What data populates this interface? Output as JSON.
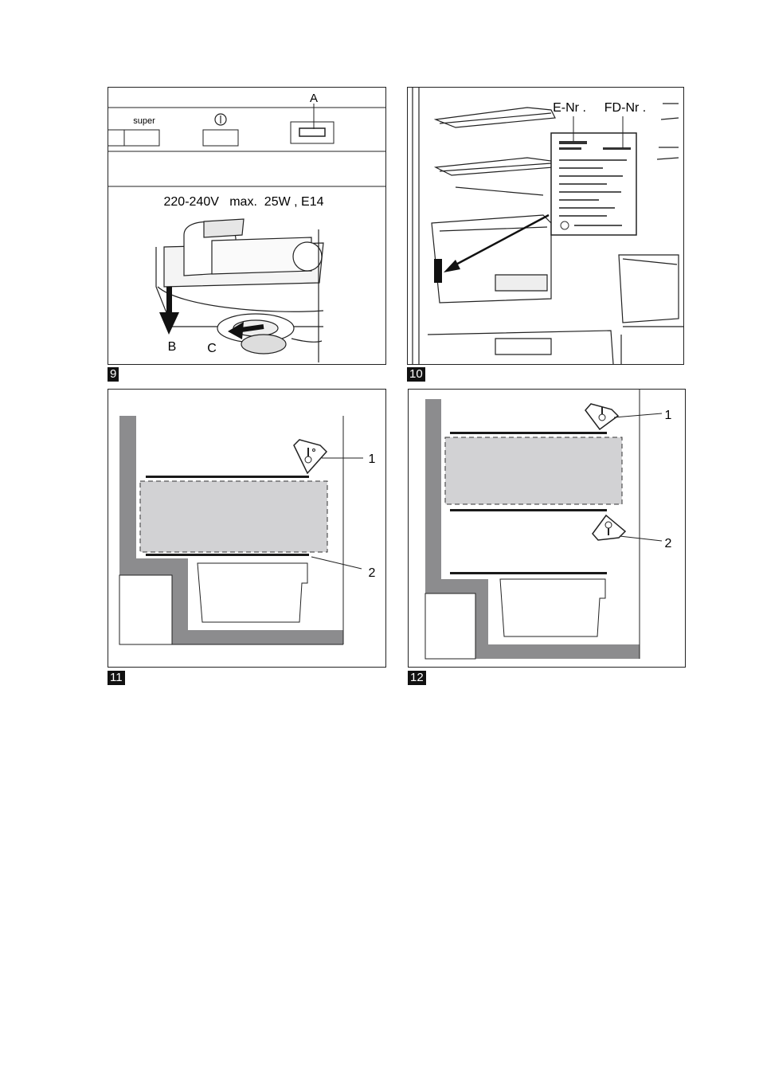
{
  "fig9": {
    "number": "9",
    "label_a": "A",
    "super_label": "super",
    "power_symbol": "ⓘ",
    "spec": "220-240V   max.  25W , E14",
    "label_b": "B",
    "label_c": "C"
  },
  "fig10": {
    "number": "10",
    "e_nr": "E-Nr .",
    "fd_nr": "FD-Nr ."
  },
  "fig11": {
    "number": "11",
    "callout_1": "1",
    "callout_2": "2"
  },
  "fig12": {
    "number": "12",
    "callout_1": "1",
    "callout_2": "2"
  },
  "colors": {
    "wall_gray": "#8c8c8e",
    "zone_gray": "#d2d2d4",
    "line": "#1a1a1a"
  },
  "icons": [
    "thermometer-sign-icon",
    "lamp-icon",
    "arrow-icon"
  ]
}
